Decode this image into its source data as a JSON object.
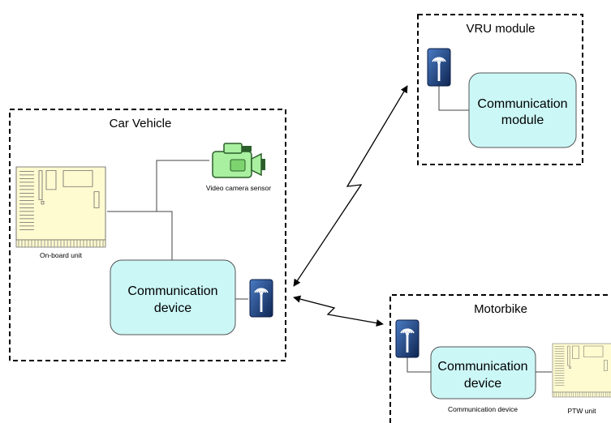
{
  "car_vehicle": {
    "title": "Car Vehicle",
    "onboard_unit_label": "On-board unit",
    "camera_label": "Video camera sensor",
    "comm_device_line1": "Communication",
    "comm_device_line2": "device"
  },
  "vru_module": {
    "title": "VRU module",
    "comm_module_line1": "Communication",
    "comm_module_line2": "module"
  },
  "motorbike": {
    "title": "Motorbike",
    "comm_device_line1": "Communication",
    "comm_device_line2": "device",
    "comm_device_caption": "Communication device",
    "ptw_label": "PTW unit"
  },
  "colors": {
    "comm_box_fill": "#ccf7f7",
    "board_fill": "#fffbd0",
    "camera_fill": "#a9f0a0",
    "antenna_fill": "#1d3d7a"
  }
}
